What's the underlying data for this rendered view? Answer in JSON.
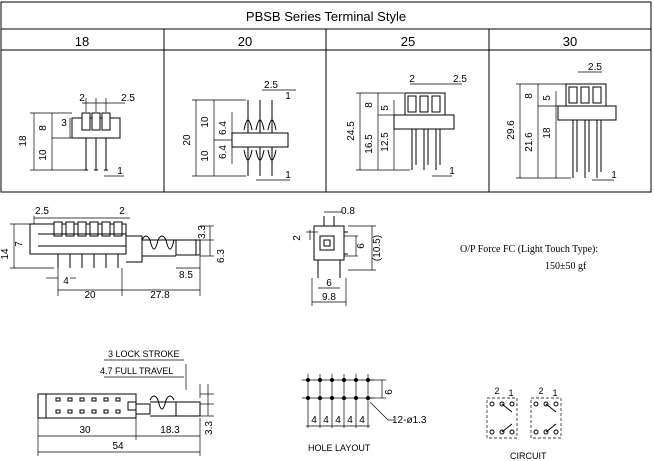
{
  "table": {
    "title": "PBSB Series Terminal Style",
    "columns": [
      "18",
      "20",
      "25",
      "30"
    ]
  },
  "col18": {
    "d1": "2",
    "d2": "2.5",
    "d3": "3",
    "d4": "8",
    "d5": "18",
    "d6": "10",
    "d7": "1"
  },
  "col20": {
    "d1": "2.5",
    "d2": "1",
    "d3": "10",
    "d4": "6.4",
    "d5": "20",
    "d6": "6.4",
    "d7": "10",
    "d8": "1"
  },
  "col25": {
    "d1": "2",
    "d2": "2.5",
    "d3": "8",
    "d4": "5",
    "d5": "24.5",
    "d6": "16.5",
    "d7": "12.5",
    "d8": "1"
  },
  "col30": {
    "d1": "2.5",
    "d2": "8",
    "d3": "5",
    "d4": "29.6",
    "d5": "21.6",
    "d6": "18",
    "d7": "1"
  },
  "side_view": {
    "d_25": "2.5",
    "d_2": "2",
    "d_33": "3.3",
    "d_7": "7",
    "d_14": "14",
    "d_63": "6.3",
    "d_85": "8.5",
    "d_4": "4",
    "d_20": "20",
    "d_278": "27.8"
  },
  "end_view": {
    "d_08": "0.8",
    "d_2": "2",
    "d_6a": "6",
    "d_105": "(10.5)",
    "d_6b": "6",
    "d_98": "9.8"
  },
  "op_force": {
    "line1": "O/P Force  FC (Light Touch Type):",
    "line2": "150±50 gf"
  },
  "bottom_view": {
    "lock": "3 LOCK STROKE",
    "travel": "4.7 FULL TRAVEL",
    "d_30": "30",
    "d_183": "18.3",
    "d_54": "54",
    "d_33": "3.3"
  },
  "hole_layout": {
    "title": "HOLE LAYOUT",
    "d_4": "4",
    "d_6": "6",
    "holes": "12-ø1.3"
  },
  "circuit": {
    "title": "CIRCUIT",
    "pin2": "2",
    "pin1": "1"
  }
}
